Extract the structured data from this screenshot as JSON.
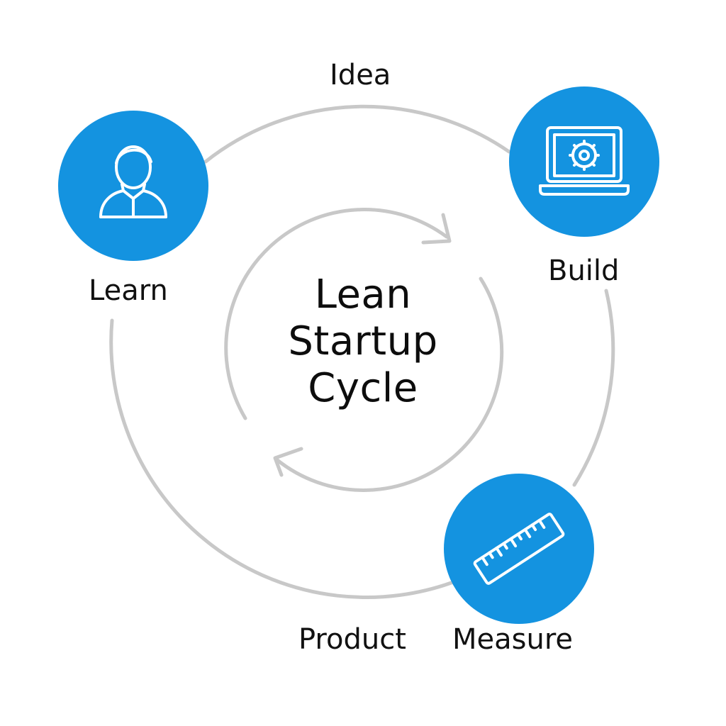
{
  "diagram": {
    "title_lines": [
      "Lean",
      "Startup",
      "Cycle"
    ],
    "stage_labels": {
      "idea": "Idea",
      "learn": "Learn",
      "build": "Build",
      "product": "Product",
      "measure": "Measure"
    },
    "nodes": [
      {
        "stage": "Learn",
        "icon": "person-icon"
      },
      {
        "stage": "Build",
        "icon": "laptop-gear-icon"
      },
      {
        "stage": "Measure",
        "icon": "ruler-icon"
      }
    ],
    "colors": {
      "node_fill": "#1493e0",
      "ring_stroke": "#c8c8c8",
      "text": "#111111",
      "icon_stroke": "#ffffff"
    }
  }
}
